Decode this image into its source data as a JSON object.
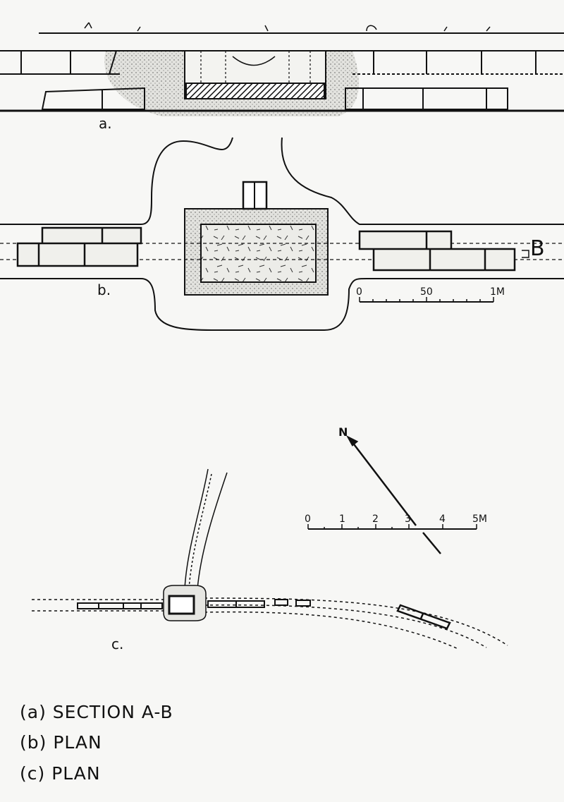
{
  "figure": {
    "panel_labels": {
      "a": "a.",
      "b": "b.",
      "c": "c."
    },
    "section_marker": "B",
    "scale_b": {
      "ticks": [
        "0",
        "50",
        "1M"
      ]
    },
    "scale_c": {
      "ticks": [
        "0",
        "1",
        "2",
        "3",
        "4",
        "5M"
      ]
    },
    "north_label": "N"
  },
  "legend": [
    "(a) SECTION A-B",
    "(b) PLAN",
    "(c) PLAN"
  ],
  "colors": {
    "ink": "#111111",
    "paper": "#f7f7f5",
    "fill": "#d8d8d4"
  }
}
